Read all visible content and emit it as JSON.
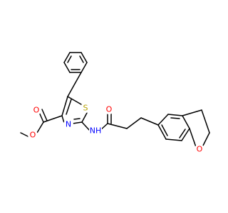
{
  "molecule": {
    "atom_labels": {
      "ester_carbonyl_o": "O",
      "ester_ether_o": "O",
      "thiazole_s": "S",
      "thiazole_n": "N",
      "amide_nh": "NH",
      "amide_o": "O",
      "furan_o": "O"
    }
  },
  "colors": {
    "bond": "#000000",
    "oxygen": "#ff0000",
    "sulfur": "#b5a000",
    "nitrogen": "#0000ff",
    "background": "#ffffff"
  }
}
